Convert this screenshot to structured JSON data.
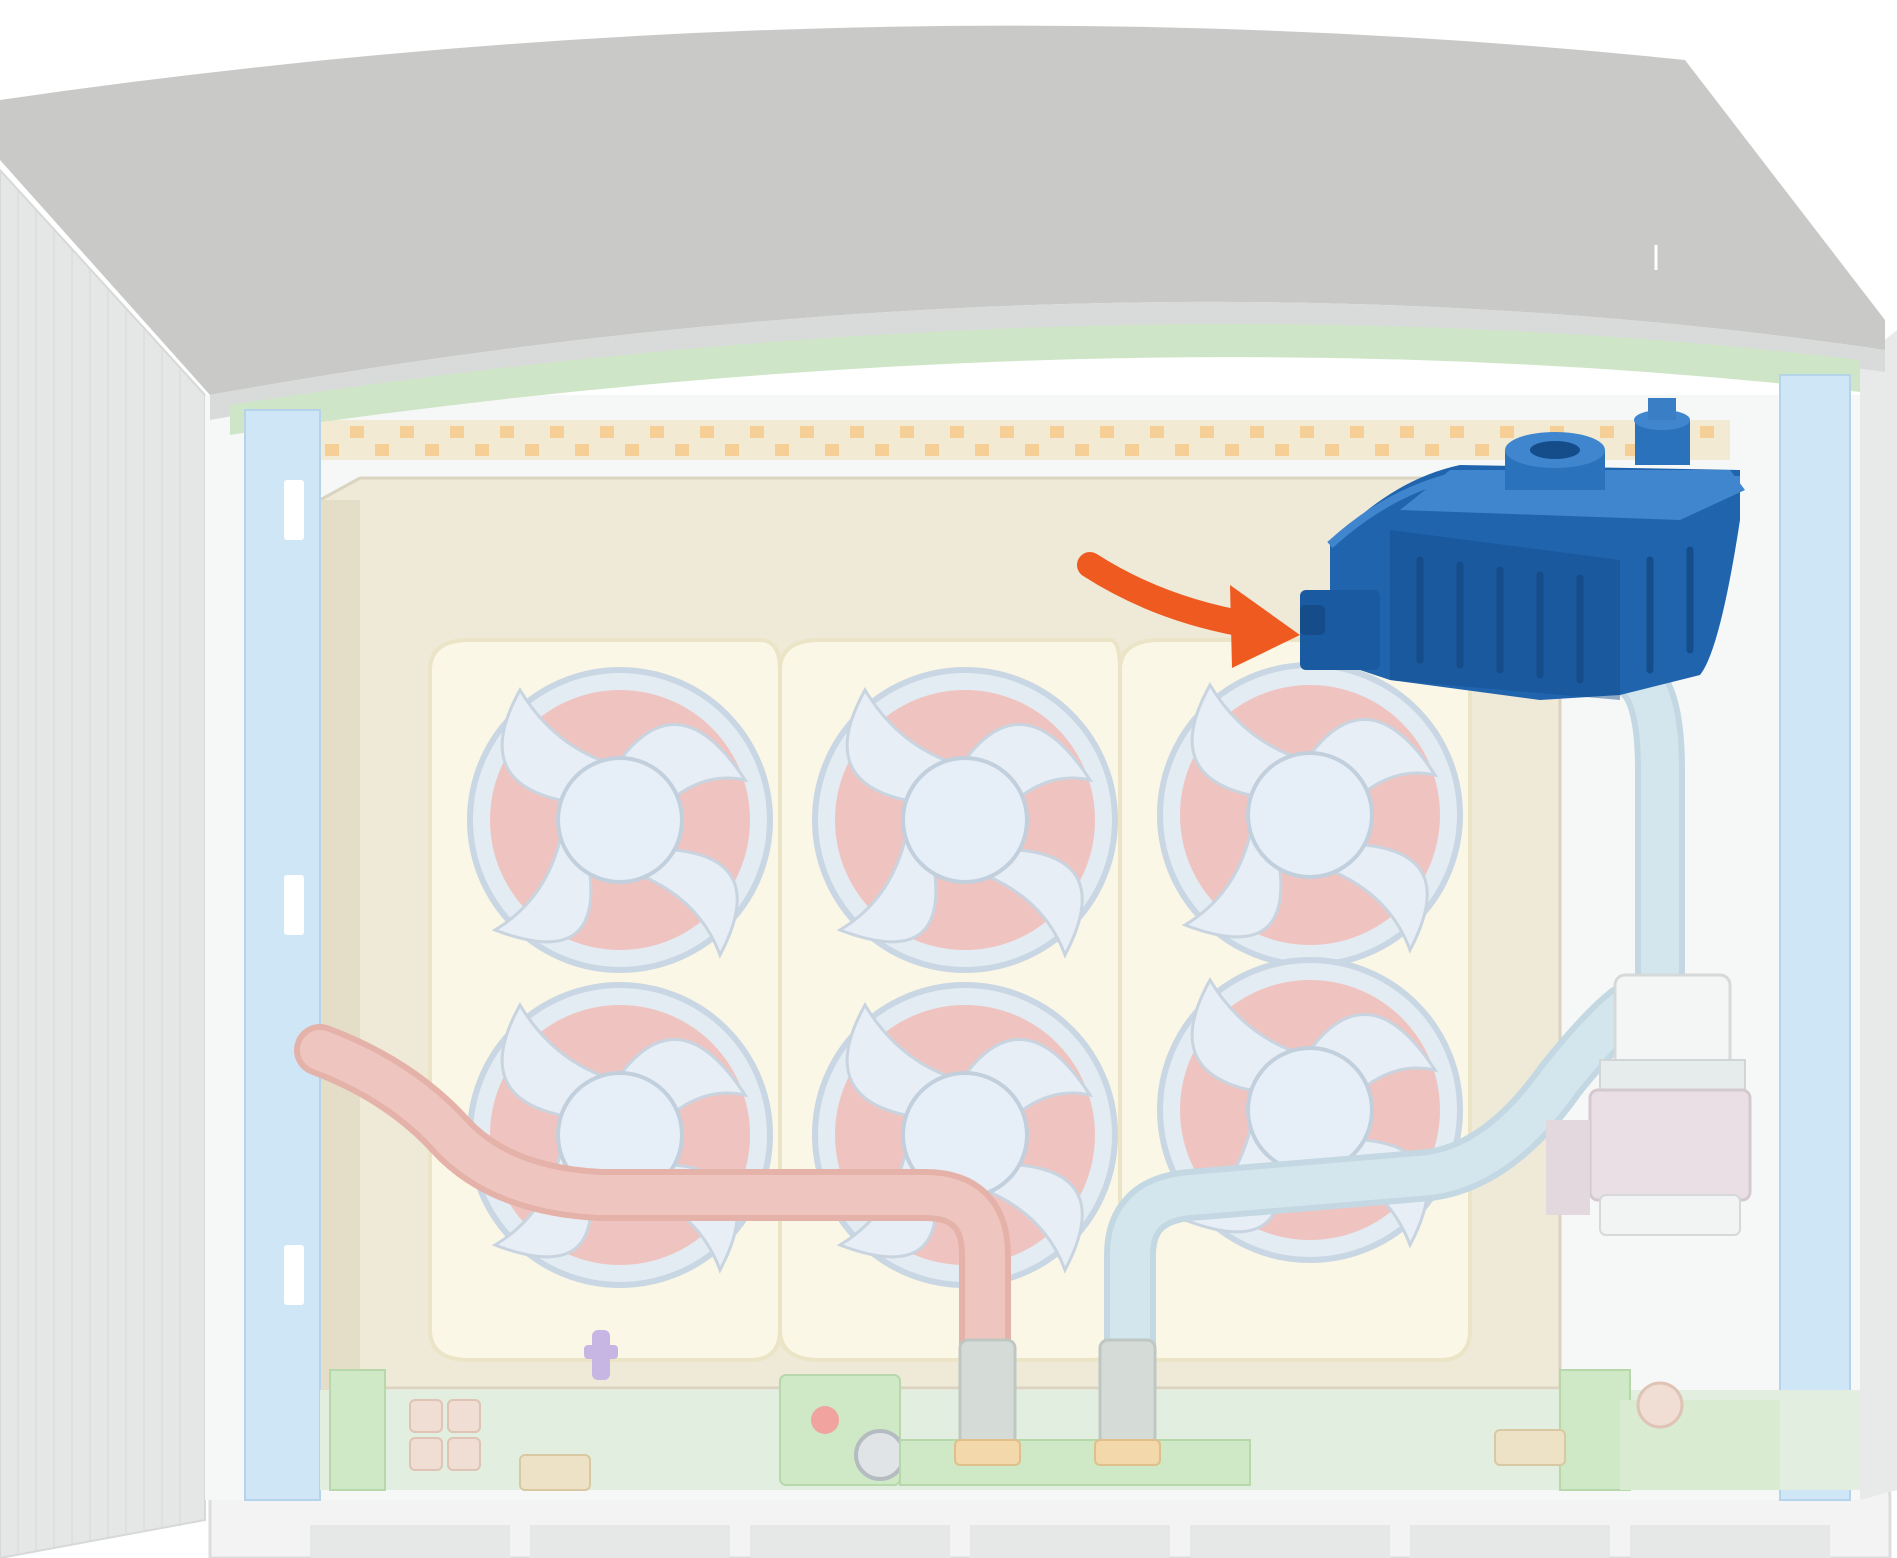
{
  "diagram": {
    "subject": "cooling-unit-cutaway",
    "components": {
      "fans": {
        "count": 6
      },
      "highlighted_part": "coolant-expansion-tank",
      "pointer": "curved-arrow"
    },
    "colors": {
      "housing": "#c9cac8",
      "housing_side": "#e3e5e4",
      "inner_panel": "#efe9d8",
      "fan_frame": "#fbf7e6",
      "fan_blade": "#e8eef5",
      "fan_accent": "#f4b3aa",
      "hot_pipe": "#efc6bf",
      "cold_pipe": "#d3e6ee",
      "side_rail": "#cfe6f6",
      "top_seal": "#cfe5c7",
      "pcb_green": "#cfe8c5",
      "dot_strip": "#f5d9a8",
      "tank_blue": "#1f64ad",
      "tank_dark": "#154c8a",
      "tank_light": "#3f86cf",
      "arrow": "#ee5a20"
    }
  }
}
